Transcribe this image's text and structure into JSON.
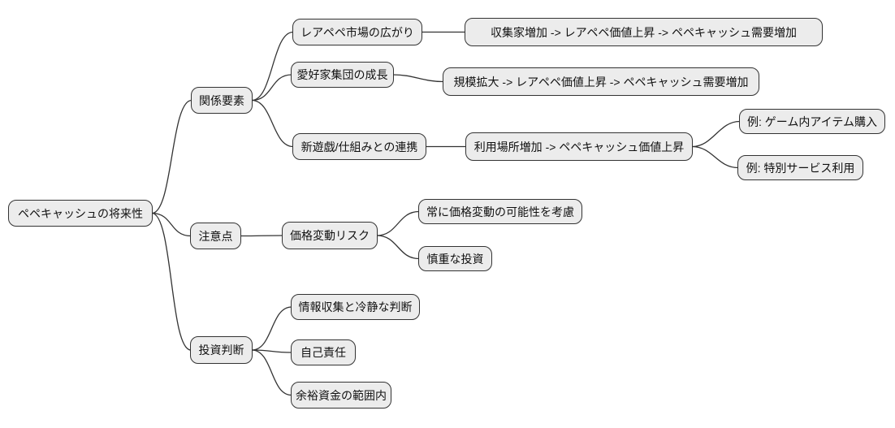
{
  "colors": {
    "background": "#ffffff",
    "node_fill": "#ececec",
    "node_border": "#333333",
    "edge": "#333333",
    "text": "#111111"
  },
  "nodes": [
    {
      "id": "root",
      "label": "ペペキャッシュの将来性"
    },
    {
      "id": "related-factors",
      "label": "関係要素"
    },
    {
      "id": "rare-pepe-market",
      "label": "レアペペ市場の広がり"
    },
    {
      "id": "collector-chain",
      "label": "収集家増加 -> レアペペ価値上昇 -> ペペキャッシュ需要増加"
    },
    {
      "id": "enthusiast-growth",
      "label": "愛好家集団の成長"
    },
    {
      "id": "scale-chain",
      "label": "規模拡大 -> レアペペ価値上昇 -> ペペキャッシュ需要増加"
    },
    {
      "id": "new-games",
      "label": "新遊戯/仕組みとの連携"
    },
    {
      "id": "usage-chain",
      "label": "利用場所増加 -> ペペキャッシュ価値上昇"
    },
    {
      "id": "example-game-items",
      "label": "例: ゲーム内アイテム購入"
    },
    {
      "id": "example-special-service",
      "label": "例: 特別サービス利用"
    },
    {
      "id": "caution",
      "label": "注意点"
    },
    {
      "id": "price-volatility-risk",
      "label": "価格変動リスク"
    },
    {
      "id": "consider-volatility",
      "label": "常に価格変動の可能性を考慮"
    },
    {
      "id": "cautious-investment",
      "label": "慎重な投資"
    },
    {
      "id": "investment-decision",
      "label": "投資判断"
    },
    {
      "id": "info-gathering",
      "label": "情報収集と冷静な判断"
    },
    {
      "id": "self-responsibility",
      "label": "自己責任"
    },
    {
      "id": "surplus-funds",
      "label": "余裕資金の範囲内"
    }
  ],
  "edges": [
    {
      "from": "root",
      "to": "related-factors"
    },
    {
      "from": "root",
      "to": "caution"
    },
    {
      "from": "root",
      "to": "investment-decision"
    },
    {
      "from": "related-factors",
      "to": "rare-pepe-market"
    },
    {
      "from": "related-factors",
      "to": "enthusiast-growth"
    },
    {
      "from": "related-factors",
      "to": "new-games"
    },
    {
      "from": "rare-pepe-market",
      "to": "collector-chain"
    },
    {
      "from": "enthusiast-growth",
      "to": "scale-chain"
    },
    {
      "from": "new-games",
      "to": "usage-chain"
    },
    {
      "from": "usage-chain",
      "to": "example-game-items"
    },
    {
      "from": "usage-chain",
      "to": "example-special-service"
    },
    {
      "from": "caution",
      "to": "price-volatility-risk"
    },
    {
      "from": "price-volatility-risk",
      "to": "consider-volatility"
    },
    {
      "from": "price-volatility-risk",
      "to": "cautious-investment"
    },
    {
      "from": "investment-decision",
      "to": "info-gathering"
    },
    {
      "from": "investment-decision",
      "to": "self-responsibility"
    },
    {
      "from": "investment-decision",
      "to": "surplus-funds"
    }
  ]
}
